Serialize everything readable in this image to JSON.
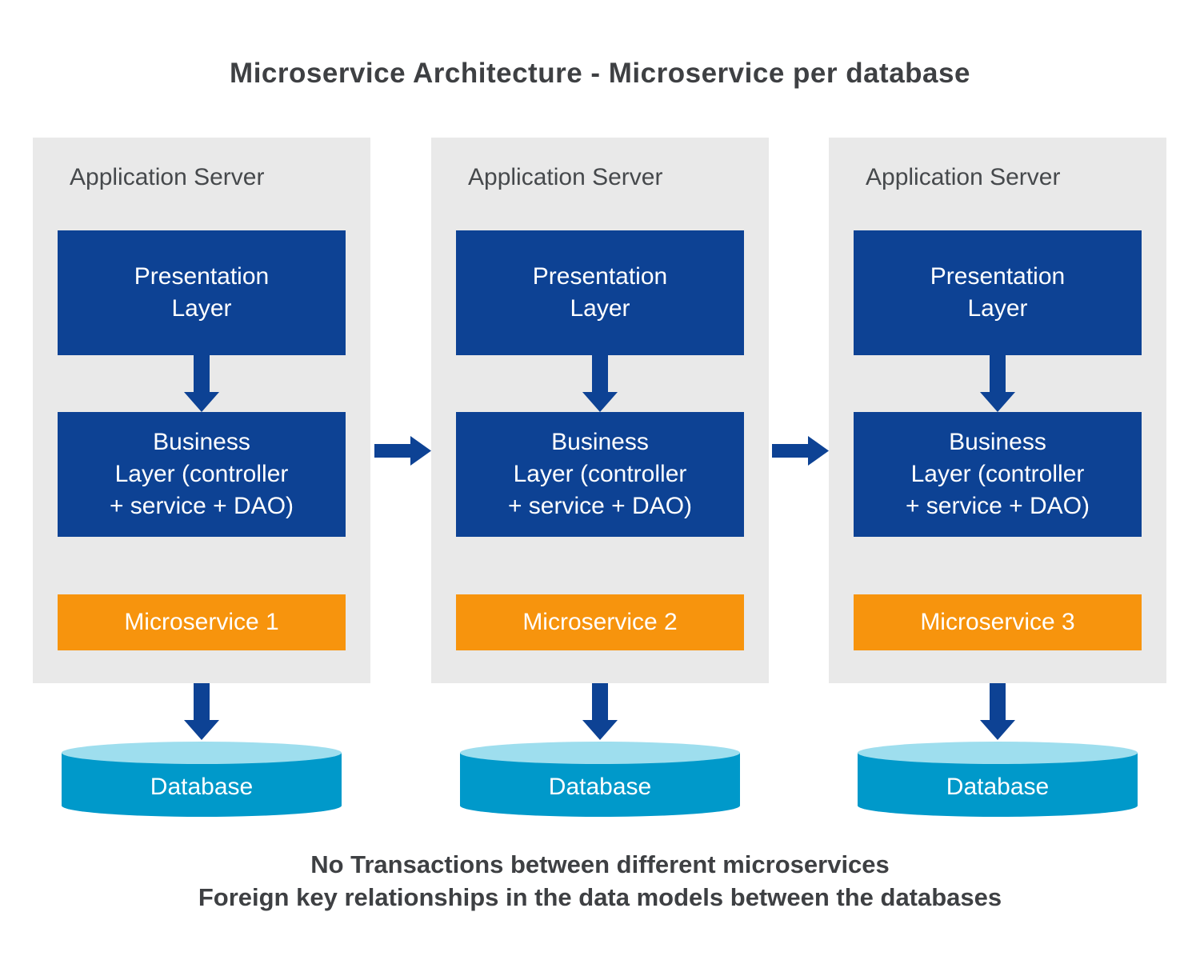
{
  "title": "Microservice Architecture - Microservice per database",
  "columns": [
    {
      "app_server_label": "Application Server",
      "presentation_label": "Presentation\nLayer",
      "business_label": "Business\nLayer (controller\n+ service + DAO)",
      "microservice_label": "Microservice 1",
      "database_label": "Database"
    },
    {
      "app_server_label": "Application Server",
      "presentation_label": "Presentation\nLayer",
      "business_label": "Business\nLayer (controller\n+ service + DAO)",
      "microservice_label": "Microservice 2",
      "database_label": "Database"
    },
    {
      "app_server_label": "Application Server",
      "presentation_label": "Presentation\nLayer",
      "business_label": "Business\nLayer (controller\n+ service + DAO)",
      "microservice_label": "Microservice 3",
      "database_label": "Database"
    }
  ],
  "caption": {
    "line1": "No Transactions between different microservices",
    "line2": "Foreign key relationships in the data models between the databases"
  },
  "colors": {
    "layer_blue": "#0D4294",
    "microservice_orange": "#F7940D",
    "database_body_blue": "#0099CA",
    "database_top_blue": "#9EDEEE",
    "panel_gray": "#E9E9E9",
    "text_dark": "#3E4043"
  },
  "icons": {
    "flow_down": "down-arrow",
    "service_link": "right-arrow"
  }
}
